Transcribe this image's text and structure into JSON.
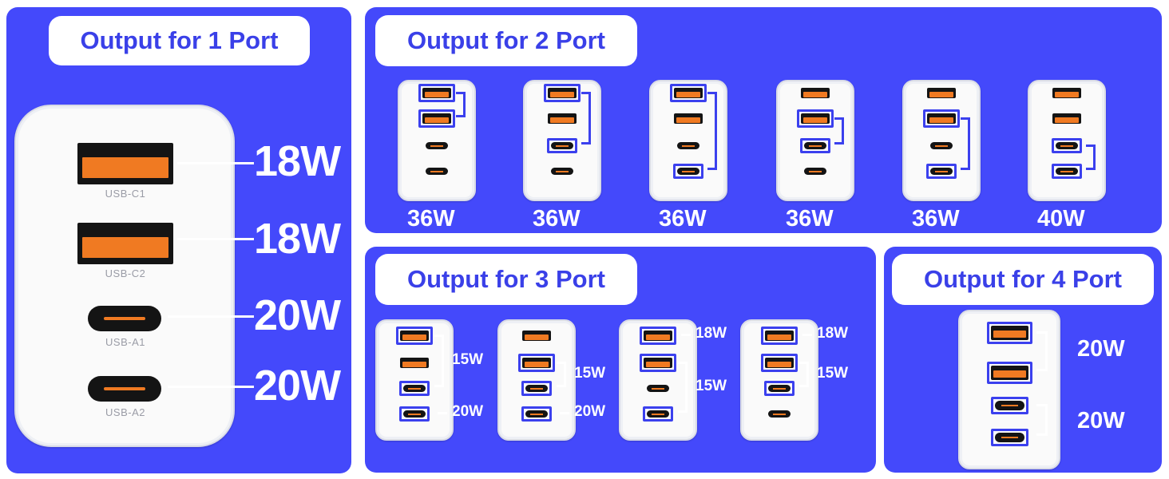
{
  "colors": {
    "panel": "#4449fb",
    "title_text": "#3a40e8",
    "port_orange": "#f07a22",
    "highlight": "#3b40ee"
  },
  "one_port": {
    "title": "Output for 1 Port",
    "ports": [
      {
        "label": "USB-C1",
        "watt": "18W"
      },
      {
        "label": "USB-C2",
        "watt": "18W"
      },
      {
        "label": "USB-A1",
        "watt": "20W"
      },
      {
        "label": "USB-A2",
        "watt": "20W"
      }
    ]
  },
  "two_port": {
    "title": "Output for 2 Port",
    "combos": [
      "36W",
      "36W",
      "36W",
      "36W",
      "36W",
      "40W"
    ]
  },
  "three_port": {
    "title": "Output for 3 Port",
    "combos": [
      {
        "top": "15W",
        "bottom": "20W"
      },
      {
        "top": "15W",
        "bottom": "20W"
      },
      {
        "top": "18W",
        "bottom": "15W"
      },
      {
        "top": "18W",
        "bottom": "15W"
      }
    ]
  },
  "four_port": {
    "title": "Output for 4 Port",
    "top": "20W",
    "bottom": "20W"
  }
}
